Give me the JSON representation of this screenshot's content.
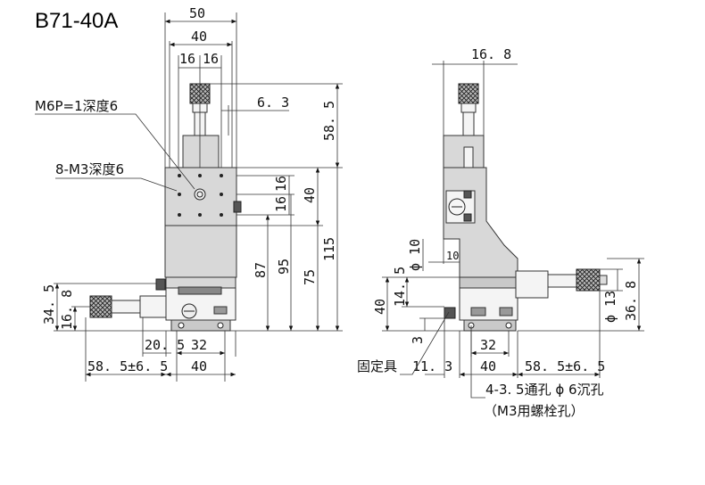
{
  "title": "B71-40A",
  "front_view": {
    "dims": {
      "w50": "50",
      "w40": "40",
      "w16a": "16",
      "w16b": "16",
      "d6_3": "6. 3",
      "h58_5": "58. 5",
      "h16a": "16",
      "h16b": "16",
      "h40": "40",
      "h87": "87",
      "h95": "95",
      "h75": "75",
      "h115": "115",
      "h34_5": "34. 5",
      "h16_8": "16. 8",
      "d20_5": "20. 5",
      "d32": "32",
      "d40b": "40",
      "d58_5": "58. 5±6. 5"
    },
    "labels": {
      "m6p": "M6P=1深度6",
      "m3": "8-M3深度6"
    }
  },
  "side_view": {
    "dims": {
      "d16_8": "16. 8",
      "phi10": "ϕ 10",
      "d10": "10",
      "h14_5": "14. 5",
      "h40": "40",
      "d3": "3",
      "phi13": "ϕ 13",
      "h36_8": "36. 8",
      "d32": "32",
      "d40": "40",
      "d58_5": "58. 5±6. 5",
      "d11_3": "11. 3"
    },
    "labels": {
      "fixture": "固定具",
      "holes": "4-3. 5通孔 ϕ 6沉孔",
      "bolt": "（M3用螺栓孔）"
    }
  }
}
